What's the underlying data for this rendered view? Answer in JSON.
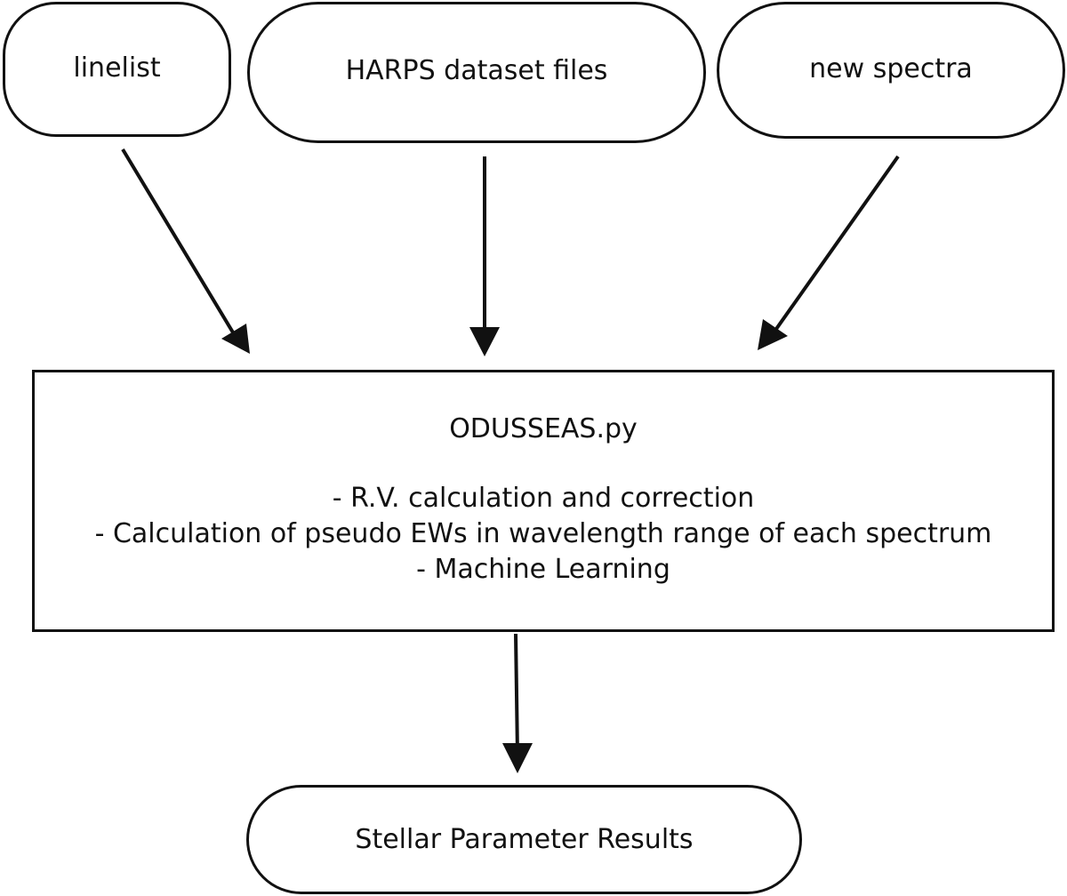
{
  "nodes": {
    "linelist": "linelist",
    "harps": "HARPS dataset files",
    "new_spectra": "new spectra",
    "process": {
      "title": "ODUSSEAS.py",
      "steps": [
        "- R.V. calculation and correction",
        "- Calculation of pseudo EWs in wavelength range of each spectrum",
        "- Machine Learning"
      ]
    },
    "results": "Stellar Parameter Results"
  },
  "edges": [
    {
      "from": "linelist",
      "to": "process"
    },
    {
      "from": "harps",
      "to": "process"
    },
    {
      "from": "new_spectra",
      "to": "process"
    },
    {
      "from": "process",
      "to": "results"
    }
  ],
  "colors": {
    "stroke": "#111111",
    "background": "#ffffff"
  }
}
